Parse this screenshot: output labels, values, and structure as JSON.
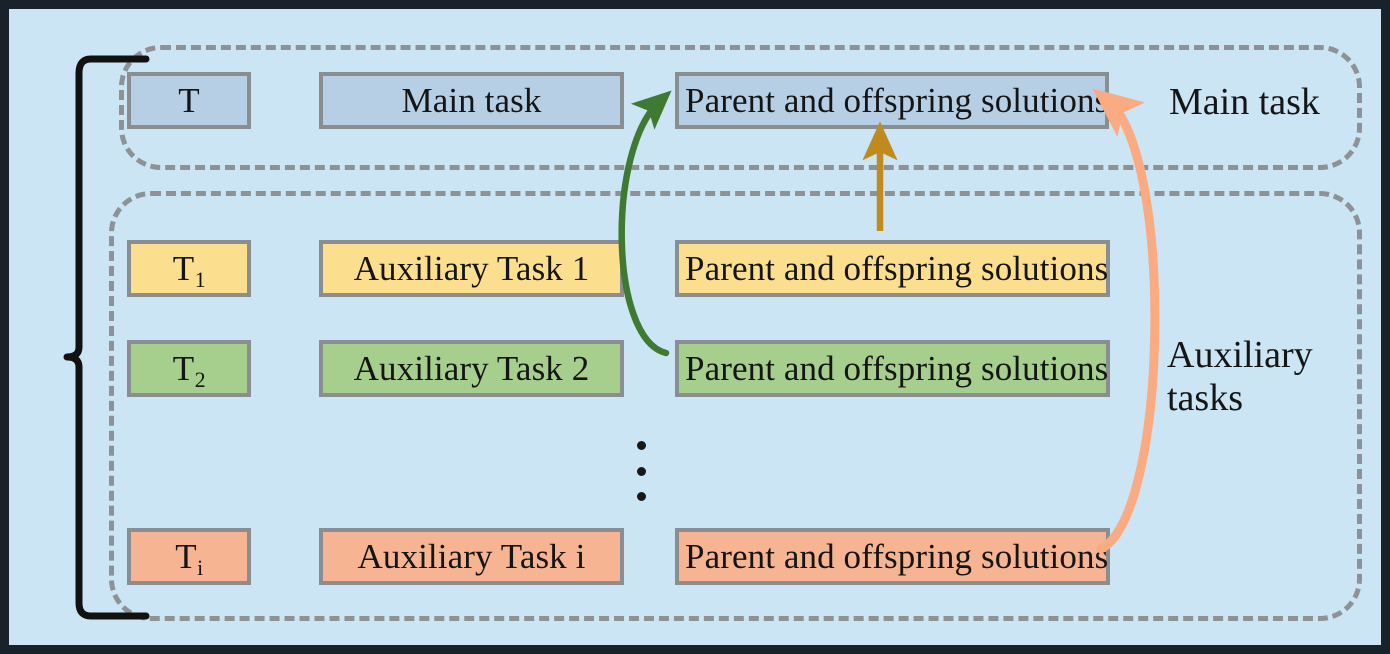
{
  "diagram": {
    "title_visible": false,
    "background_color": "#cbe5f5",
    "frame_border_color": "#19222b",
    "dashed_border_color": "#8e9296",
    "box_border_color": "#8a8e91"
  },
  "groups": {
    "main": {
      "label": "Main task",
      "row": {
        "symbol": "T",
        "subscript": "",
        "name": "Main task",
        "solutions": "Parent and offspring solutions",
        "color": "#b6cfe4",
        "color_name": "blue"
      }
    },
    "auxiliary": {
      "label": "Auxiliary\ntasks",
      "rows": [
        {
          "symbol": "T",
          "subscript": "1",
          "name": "Auxiliary Task 1",
          "solutions": "Parent and offspring solutions",
          "color": "#fcdf8e",
          "color_name": "yellow"
        },
        {
          "symbol": "T",
          "subscript": "2",
          "name": "Auxiliary Task 2",
          "solutions": "Parent and offspring solutions",
          "color": "#a6ce8c",
          "color_name": "green"
        },
        {
          "symbol": "T",
          "subscript": "i",
          "name": "Auxiliary Task i",
          "solutions": "Parent and offspring solutions",
          "color": "#f6b492",
          "color_name": "salmon"
        }
      ],
      "ellipsis": "⋮"
    }
  },
  "arrows": [
    {
      "name": "green-arrow",
      "from": "Auxiliary Task 2 parent and offspring solutions",
      "to": "Main task parent and offspring solutions",
      "color": "#3f7a33",
      "style": "curved-left"
    },
    {
      "name": "gold-arrow",
      "from": "Auxiliary Task 1 parent and offspring solutions",
      "to": "Main task parent and offspring solutions",
      "color": "#bf8b1e",
      "style": "straight-vertical"
    },
    {
      "name": "salmon-arrow",
      "from": "Auxiliary Task i parent and offspring solutions",
      "to": "Main task parent and offspring solutions",
      "color": "#fbab82",
      "style": "curved-right"
    }
  ],
  "bracket": {
    "name": "left-brace",
    "color": "#111111",
    "spans": "all task groups"
  }
}
